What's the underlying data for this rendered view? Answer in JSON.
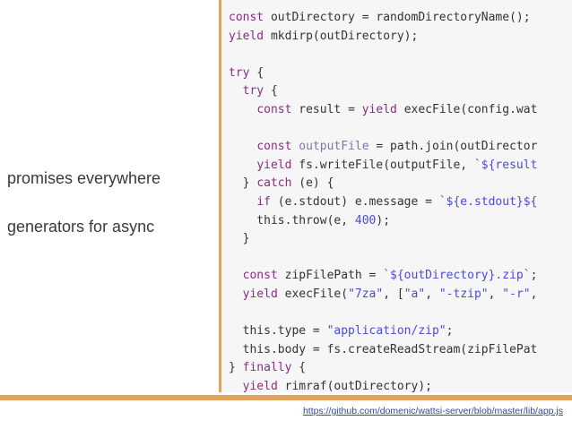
{
  "bullets": [
    "promises everywhere",
    "generators for async"
  ],
  "code_lines": [
    [
      {
        "t": "const ",
        "c": "kw"
      },
      {
        "t": "outDirectory = randomDirectoryName();"
      }
    ],
    [
      {
        "t": "yield ",
        "c": "kw"
      },
      {
        "t": "mkdirp(outDirectory);"
      }
    ],
    [],
    [
      {
        "t": "try ",
        "c": "kw"
      },
      {
        "t": "{"
      }
    ],
    [
      {
        "t": "  "
      },
      {
        "t": "try ",
        "c": "kw"
      },
      {
        "t": "{"
      }
    ],
    [
      {
        "t": "    "
      },
      {
        "t": "const ",
        "c": "kw"
      },
      {
        "t": "result = "
      },
      {
        "t": "yield ",
        "c": "kw"
      },
      {
        "t": "execFile(config.wat"
      }
    ],
    [],
    [
      {
        "t": "    "
      },
      {
        "t": "const ",
        "c": "kw"
      },
      {
        "t": "outputFile",
        "c": "var"
      },
      {
        "t": " = path.join(outDirector"
      }
    ],
    [
      {
        "t": "    "
      },
      {
        "t": "yield ",
        "c": "kw"
      },
      {
        "t": "fs.writeFile(outputFile, "
      },
      {
        "t": "`${result",
        "c": "str"
      }
    ],
    [
      {
        "t": "  } "
      },
      {
        "t": "catch ",
        "c": "kw"
      },
      {
        "t": "(e) {"
      }
    ],
    [
      {
        "t": "    "
      },
      {
        "t": "if ",
        "c": "kw"
      },
      {
        "t": "(e.stdout) e.message = "
      },
      {
        "t": "`${e.stdout}${",
        "c": "str"
      }
    ],
    [
      {
        "t": "    this.throw(e, "
      },
      {
        "t": "400",
        "c": "num"
      },
      {
        "t": ");"
      }
    ],
    [
      {
        "t": "  }"
      }
    ],
    [],
    [
      {
        "t": "  "
      },
      {
        "t": "const ",
        "c": "kw"
      },
      {
        "t": "zipFilePath = "
      },
      {
        "t": "`${outDirectory}.zip`",
        "c": "str"
      },
      {
        "t": ";"
      }
    ],
    [
      {
        "t": "  "
      },
      {
        "t": "yield ",
        "c": "kw"
      },
      {
        "t": "execFile("
      },
      {
        "t": "\"7za\"",
        "c": "str"
      },
      {
        "t": ", ["
      },
      {
        "t": "\"a\"",
        "c": "str"
      },
      {
        "t": ", "
      },
      {
        "t": "\"-tzip\"",
        "c": "str"
      },
      {
        "t": ", "
      },
      {
        "t": "\"-r\"",
        "c": "str"
      },
      {
        "t": ","
      }
    ],
    [],
    [
      {
        "t": "  this.type = "
      },
      {
        "t": "\"application/zip\"",
        "c": "str"
      },
      {
        "t": ";"
      }
    ],
    [
      {
        "t": "  this.body = fs.createReadStream(zipFilePat"
      }
    ],
    [
      {
        "t": "} "
      },
      {
        "t": "finally ",
        "c": "kw"
      },
      {
        "t": "{"
      }
    ],
    [
      {
        "t": "  "
      },
      {
        "t": "yield ",
        "c": "kw"
      },
      {
        "t": "rimraf(outDirectory);"
      }
    ],
    [
      {
        "t": "}"
      }
    ]
  ],
  "source_url": "https://github.com/domenic/wattsi-server/blob/master/lib/app.js",
  "colors": {
    "accent": "#e2a25c",
    "keyword": "#8a2e7f",
    "string": "#4a4adf",
    "link": "#2f4a9c"
  }
}
